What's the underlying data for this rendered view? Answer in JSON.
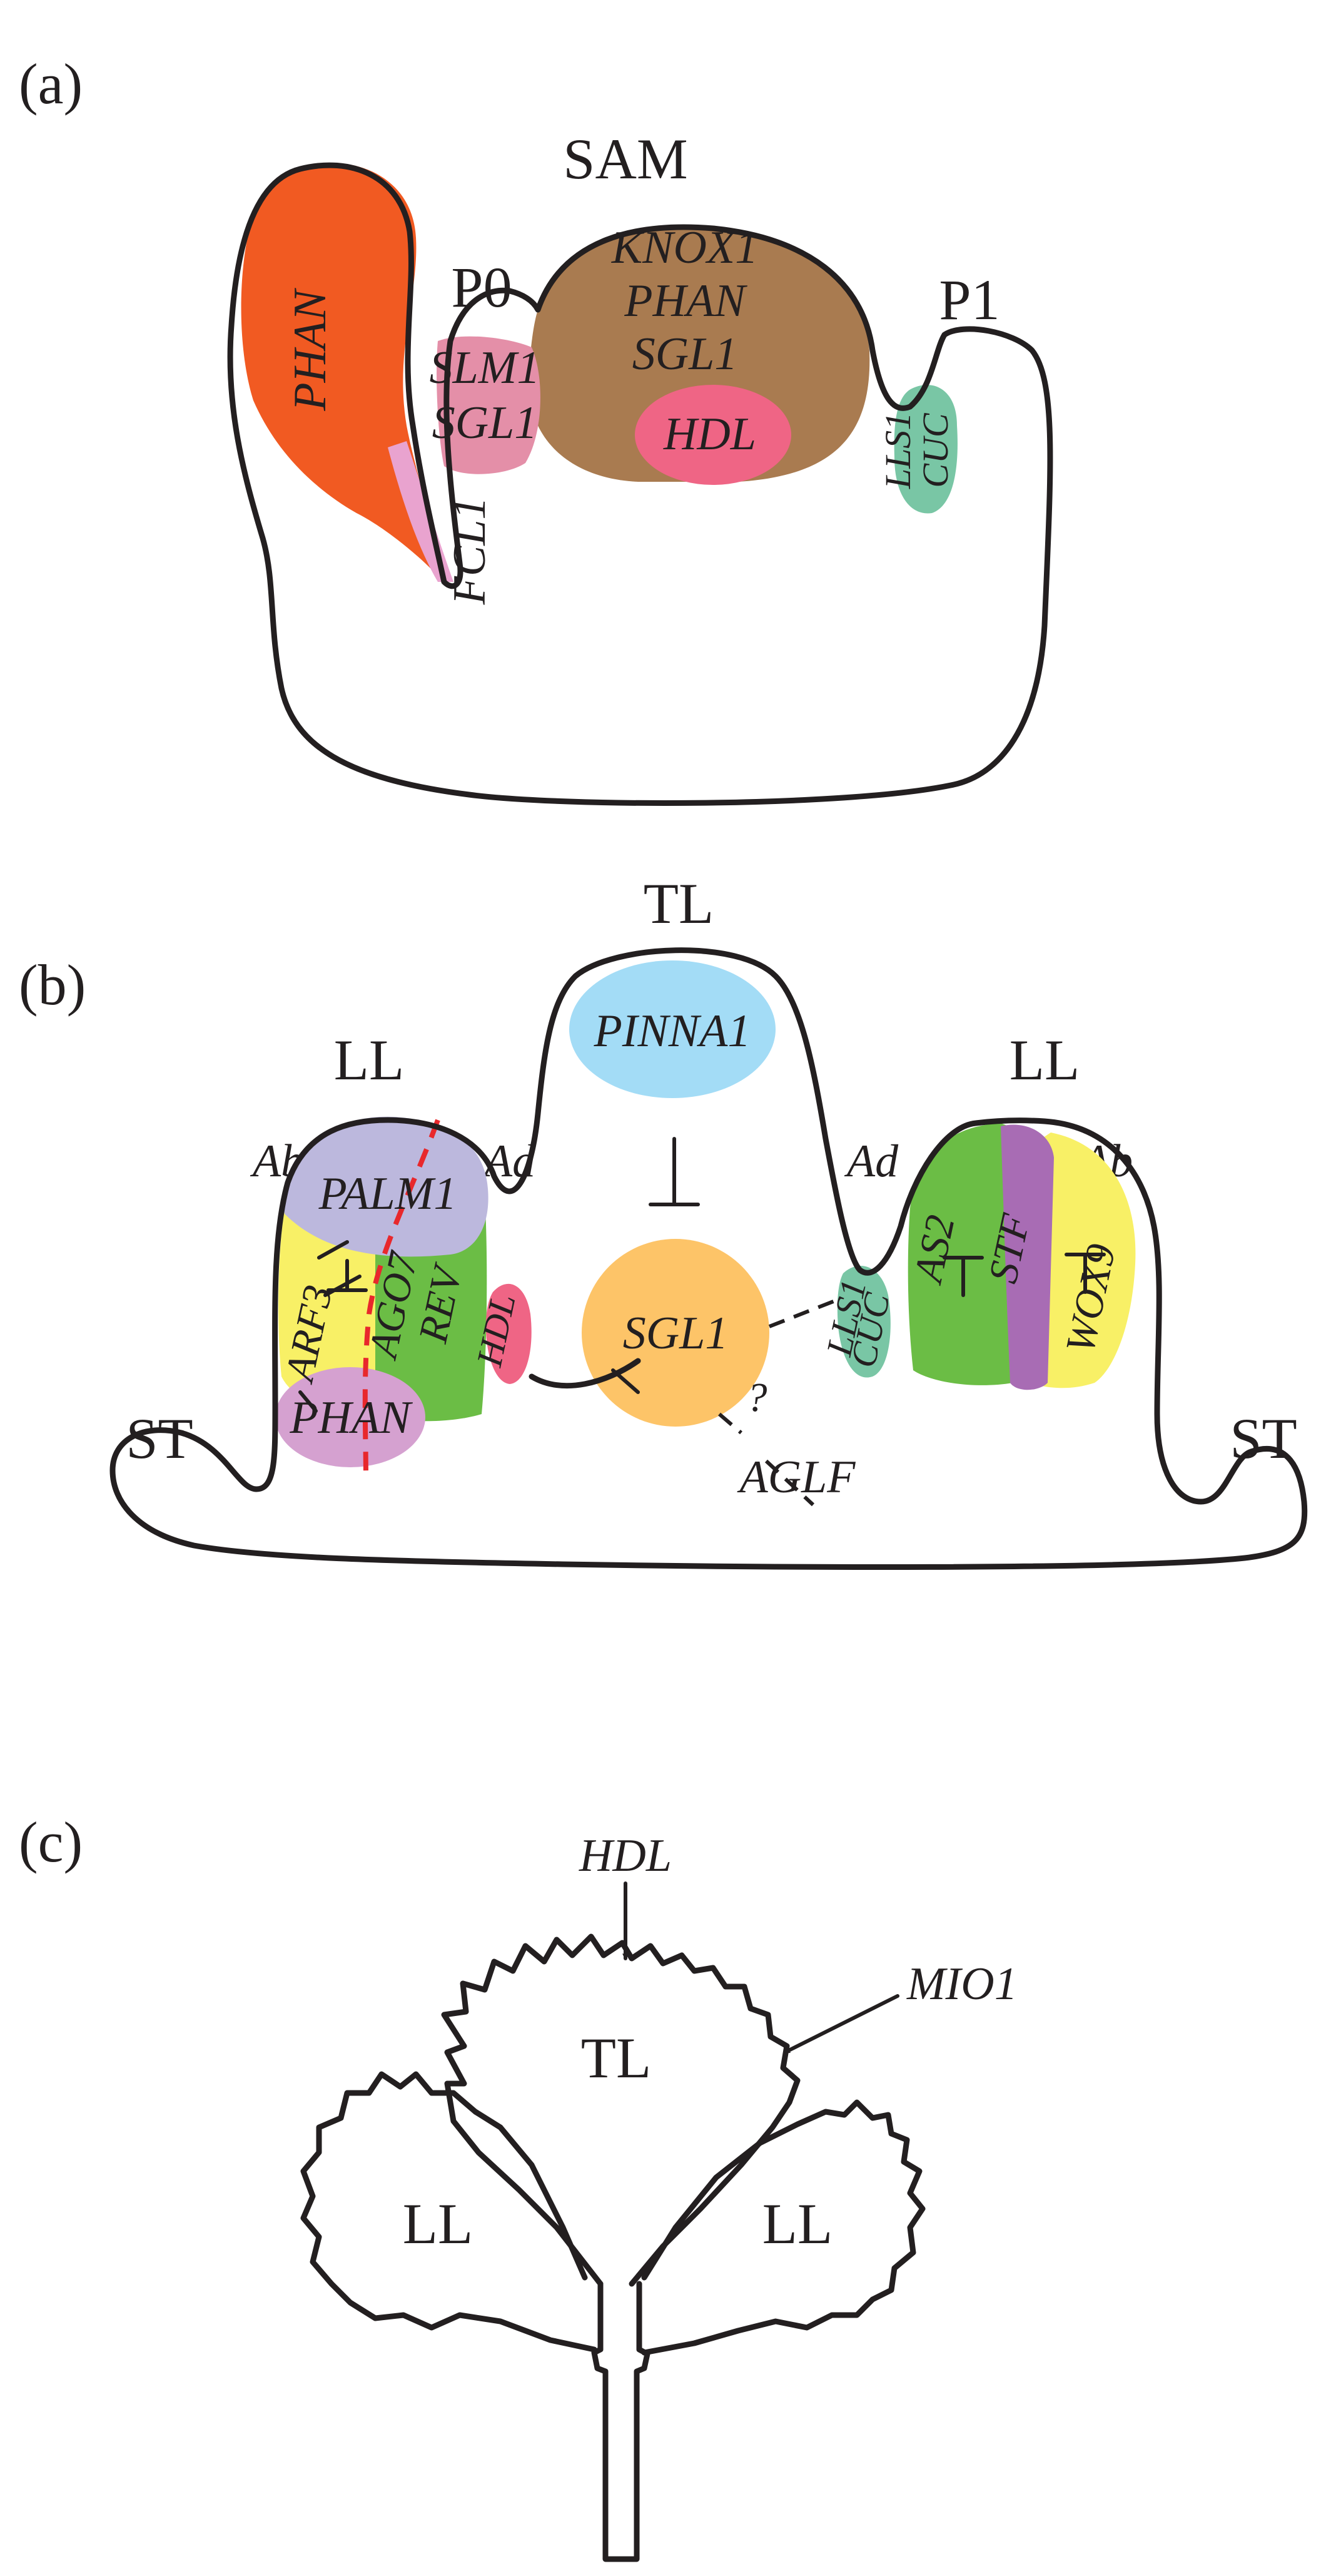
{
  "panel_a": {
    "label": "(a)",
    "sam": "SAM",
    "p0": "P0",
    "p1": "P1",
    "genes": {
      "phan": "PHAN",
      "knox1": "KNOX1",
      "phan_sam": "PHAN",
      "sgl1_sam": "SGL1",
      "hdl": "HDL",
      "slm1": "SLM1",
      "sgl1_p0": "SGL1",
      "fcl1": "FCL1",
      "lls1": "LLS1",
      "cuc": "CUC"
    },
    "colors": {
      "phan": "#f15a22",
      "sam": "#a97b50",
      "hdl": "#ef6585",
      "slm1": "#e48fa8",
      "fcl1": "#e9a3cf",
      "lls1": "#79c6a5"
    }
  },
  "panel_b": {
    "label": "(b)",
    "tl": "TL",
    "ll_left": "LL",
    "ll_right": "LL",
    "st_left": "ST",
    "st_right": "ST",
    "ab_left": "Ab",
    "ad_left": "Ad",
    "ad_right": "Ad",
    "ab_right": "Ab",
    "question": "?",
    "genes": {
      "pinna1": "PINNA1",
      "sgl1": "SGL1",
      "palm1": "PALM1",
      "arf3": "ARF3",
      "ago7": "AGO7",
      "rev": "REV",
      "phan": "PHAN",
      "hdl": "HDL",
      "lls1": "LLS1",
      "cuc": "CUC",
      "as2": "AS2",
      "stf": "STF",
      "wox9": "WOX9",
      "aglf": "AGLF"
    },
    "colors": {
      "pinna1": "#a3dcf6",
      "sgl1": "#fdc468",
      "palm1": "#bcb8dd",
      "arf3": "#f8f066",
      "ago7": "#6bbd45",
      "phan": "#d5a1d0",
      "hdl": "#ef6585",
      "lls1": "#79c6a5",
      "as2": "#6bbd45",
      "stf": "#a86cb4",
      "wox9": "#f8f066",
      "divider": "#e8282c"
    }
  },
  "panel_c": {
    "label": "(c)",
    "tl": "TL",
    "ll_left": "LL",
    "ll_right": "LL",
    "hdl": "HDL",
    "mio1": "MIO1"
  }
}
